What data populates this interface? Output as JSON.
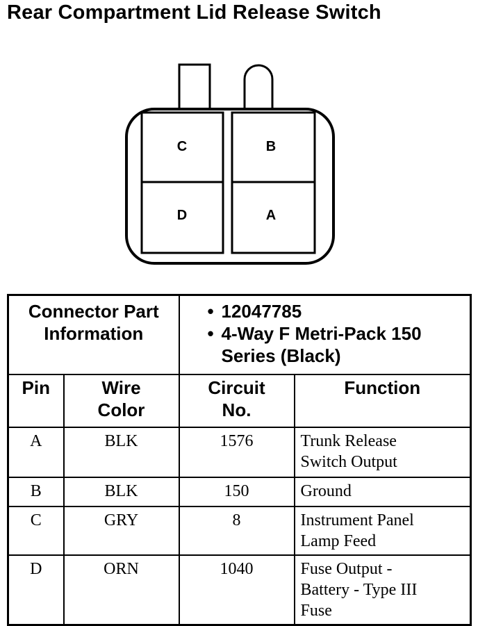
{
  "title": "Rear Compartment Lid Release Switch",
  "connector": {
    "cavities": {
      "top_left": "C",
      "top_right": "B",
      "bottom_left": "D",
      "bottom_right": "A"
    }
  },
  "table": {
    "part_info_label_line1": "Connector Part",
    "part_info_label_line2": "Information",
    "part_number": "12047785",
    "part_desc_line1": "4-Way F Metri-Pack 150",
    "part_desc_line2": "Series (Black)",
    "headers": {
      "pin": "Pin",
      "wire_color_line1": "Wire",
      "wire_color_line2": "Color",
      "circuit_line1": "Circuit",
      "circuit_line2": "No.",
      "function": "Function"
    },
    "rows": [
      {
        "pin": "A",
        "wire": "BLK",
        "circuit": "1576",
        "function_lines": [
          "Trunk Release",
          "Switch Output"
        ]
      },
      {
        "pin": "B",
        "wire": "BLK",
        "circuit": "150",
        "function_lines": [
          "Ground"
        ]
      },
      {
        "pin": "C",
        "wire": "GRY",
        "circuit": "8",
        "function_lines": [
          "Instrument Panel",
          "Lamp Feed"
        ]
      },
      {
        "pin": "D",
        "wire": "ORN",
        "circuit": "1040",
        "function_lines": [
          "Fuse Output -",
          "Battery - Type III",
          "Fuse"
        ]
      }
    ]
  }
}
